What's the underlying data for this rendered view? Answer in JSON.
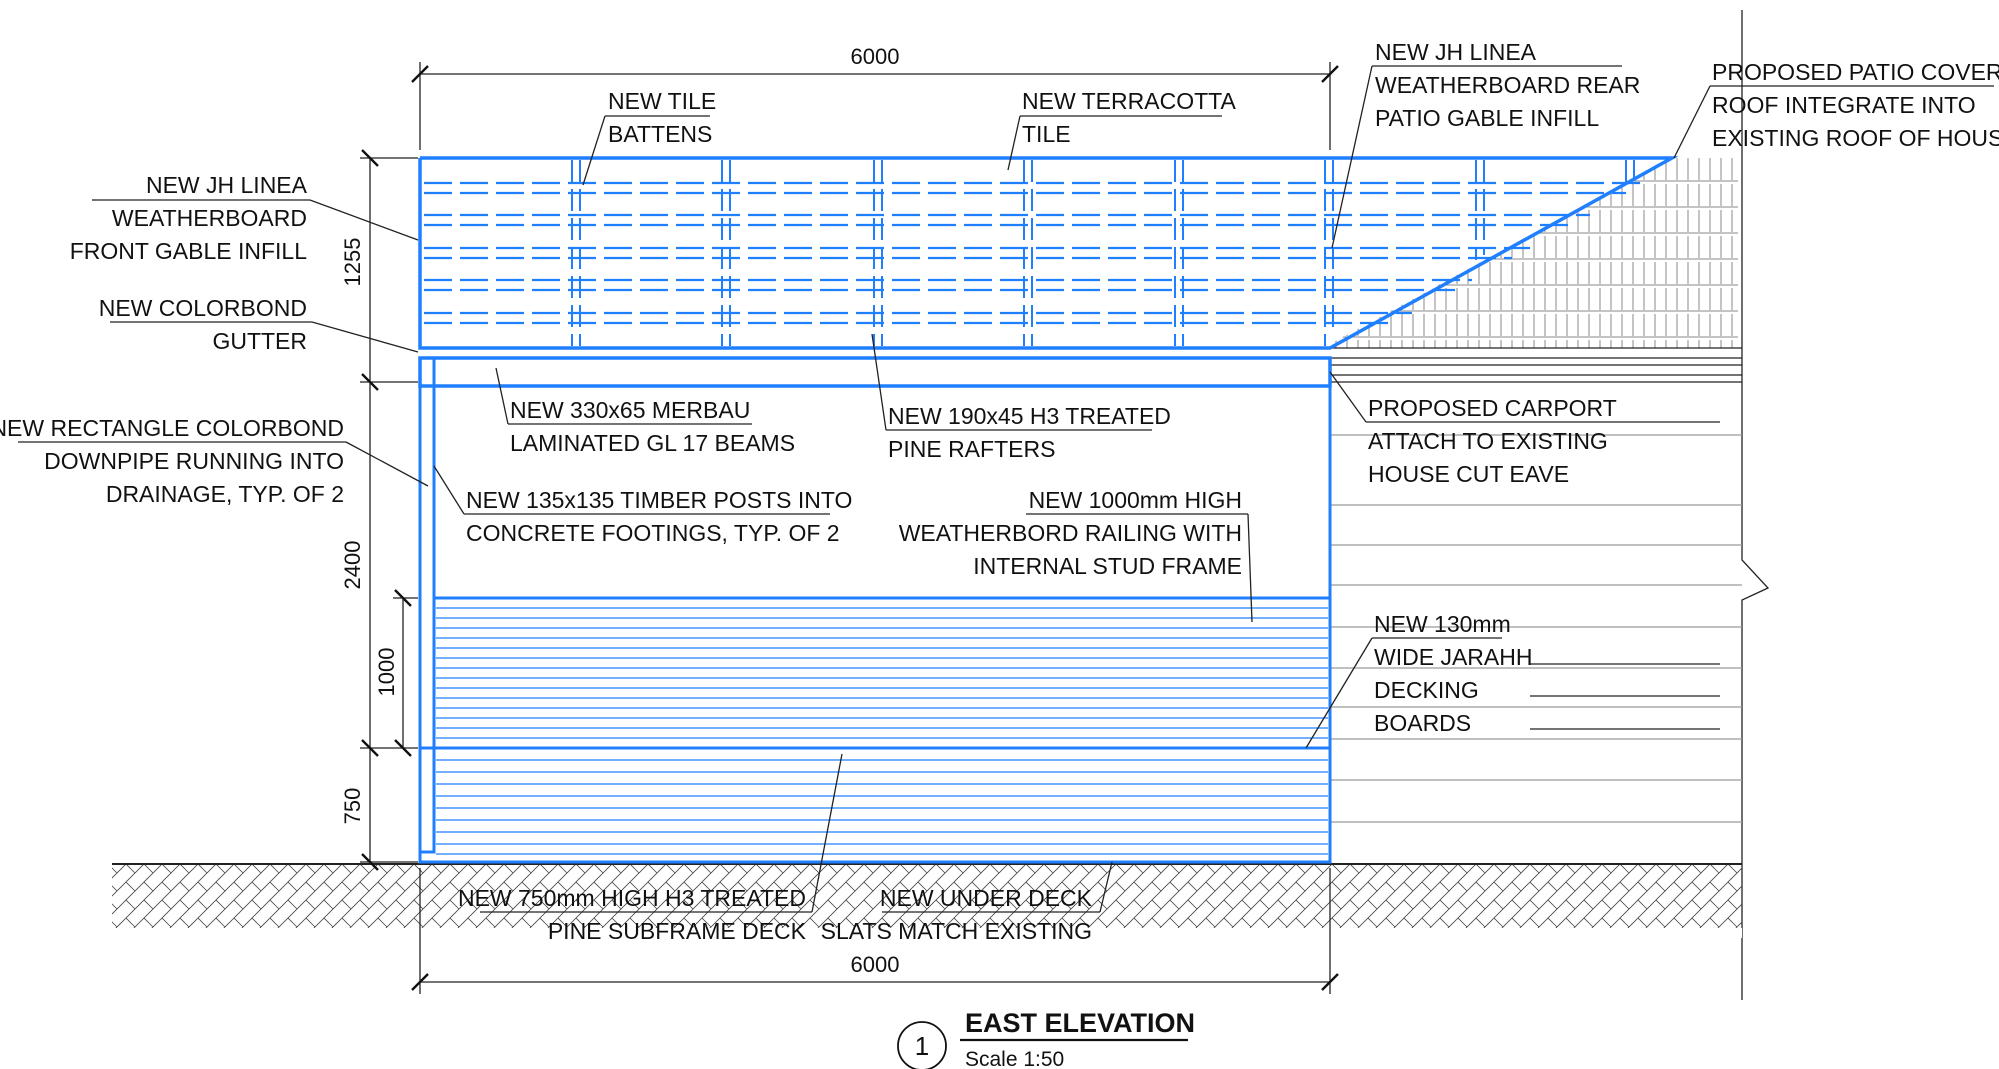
{
  "drawing": {
    "title": "EAST ELEVATION",
    "number": "1",
    "scale": "Scale 1:50",
    "dimensions": {
      "top_width": "6000",
      "bottom_width": "6000",
      "gable_height": "1255",
      "post_height": "2400",
      "railing_height": "1000",
      "deck_height": "750"
    },
    "labels": {
      "tile_battens": [
        "NEW TILE",
        "BATTENS"
      ],
      "terracotta_tile": [
        "NEW TERRACOTTA",
        "TILE"
      ],
      "rear_gable_infill": [
        "NEW JH LINEA",
        "WEATHERBOARD REAR",
        "PATIO GABLE INFILL"
      ],
      "patio_cover_roof": [
        "PROPOSED PATIO COVER",
        "ROOF INTEGRATE INTO",
        "EXISTING ROOF OF HOUSE"
      ],
      "front_gable_infill": [
        "NEW JH LINEA",
        "WEATHERBOARD",
        "FRONT GABLE INFILL"
      ],
      "gutter": [
        "NEW COLORBOND",
        "GUTTER"
      ],
      "beams": [
        "NEW 330x65 MERBAU",
        "LAMINATED GL 17  BEAMS"
      ],
      "rafters": [
        "NEW 190x45 H3 TREATED",
        "PINE RAFTERS"
      ],
      "carport": [
        "PROPOSED CARPORT",
        "ATTACH TO EXISTING",
        "HOUSE CUT EAVE"
      ],
      "downpipe": [
        "NEW RECTANGLE COLORBOND",
        "DOWNPIPE RUNNING INTO",
        "DRAINAGE, TYP. OF 2"
      ],
      "posts": [
        "NEW 135x135 TIMBER POSTS  INTO",
        "CONCRETE FOOTINGS, TYP. OF 2"
      ],
      "railing": [
        "NEW 1000mm HIGH",
        "WEATHERBORD RAILING WITH",
        "INTERNAL STUD FRAME"
      ],
      "decking": [
        "NEW 130mm",
        "WIDE JARAHH",
        "DECKING",
        "BOARDS"
      ],
      "subframe": [
        "NEW 750mm HIGH H3 TREATED",
        "PINE SUBFRAME DECK"
      ],
      "under_deck": [
        "NEW UNDER DECK",
        "SLATS MATCH EXISTING"
      ]
    }
  },
  "colors": {
    "new_work": "#1f7fff",
    "existing": "#111111",
    "existing_light": "#9a9a9a"
  }
}
